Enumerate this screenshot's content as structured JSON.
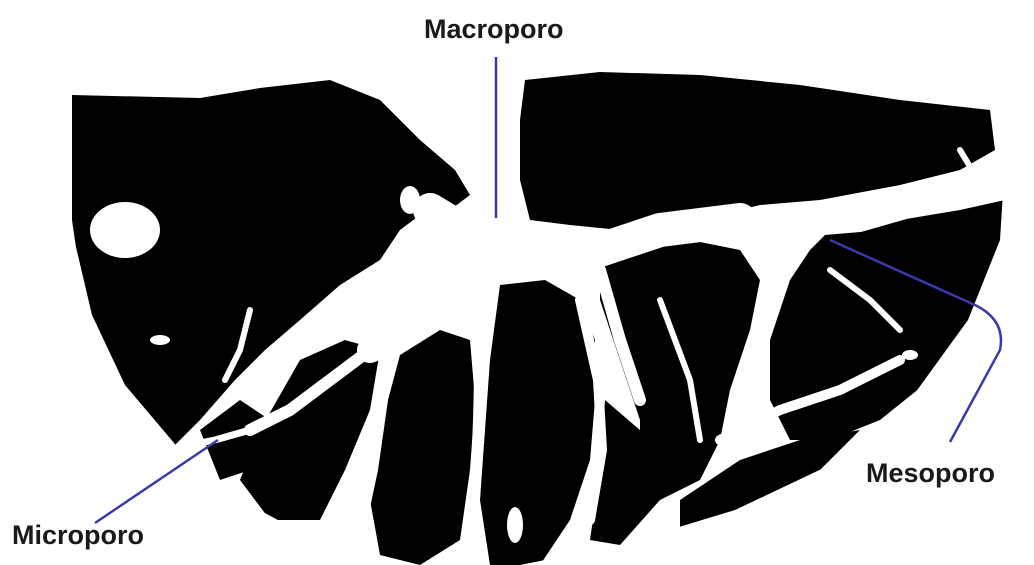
{
  "labels": {
    "macroporo": "Macroporo",
    "mesoporo": "Mesoporo",
    "microporo": "Microporo"
  },
  "colors": {
    "solid": "#000000",
    "pore": "#ffffff",
    "leader_line": "#3a3aa8",
    "text": "#1a1a1a"
  }
}
